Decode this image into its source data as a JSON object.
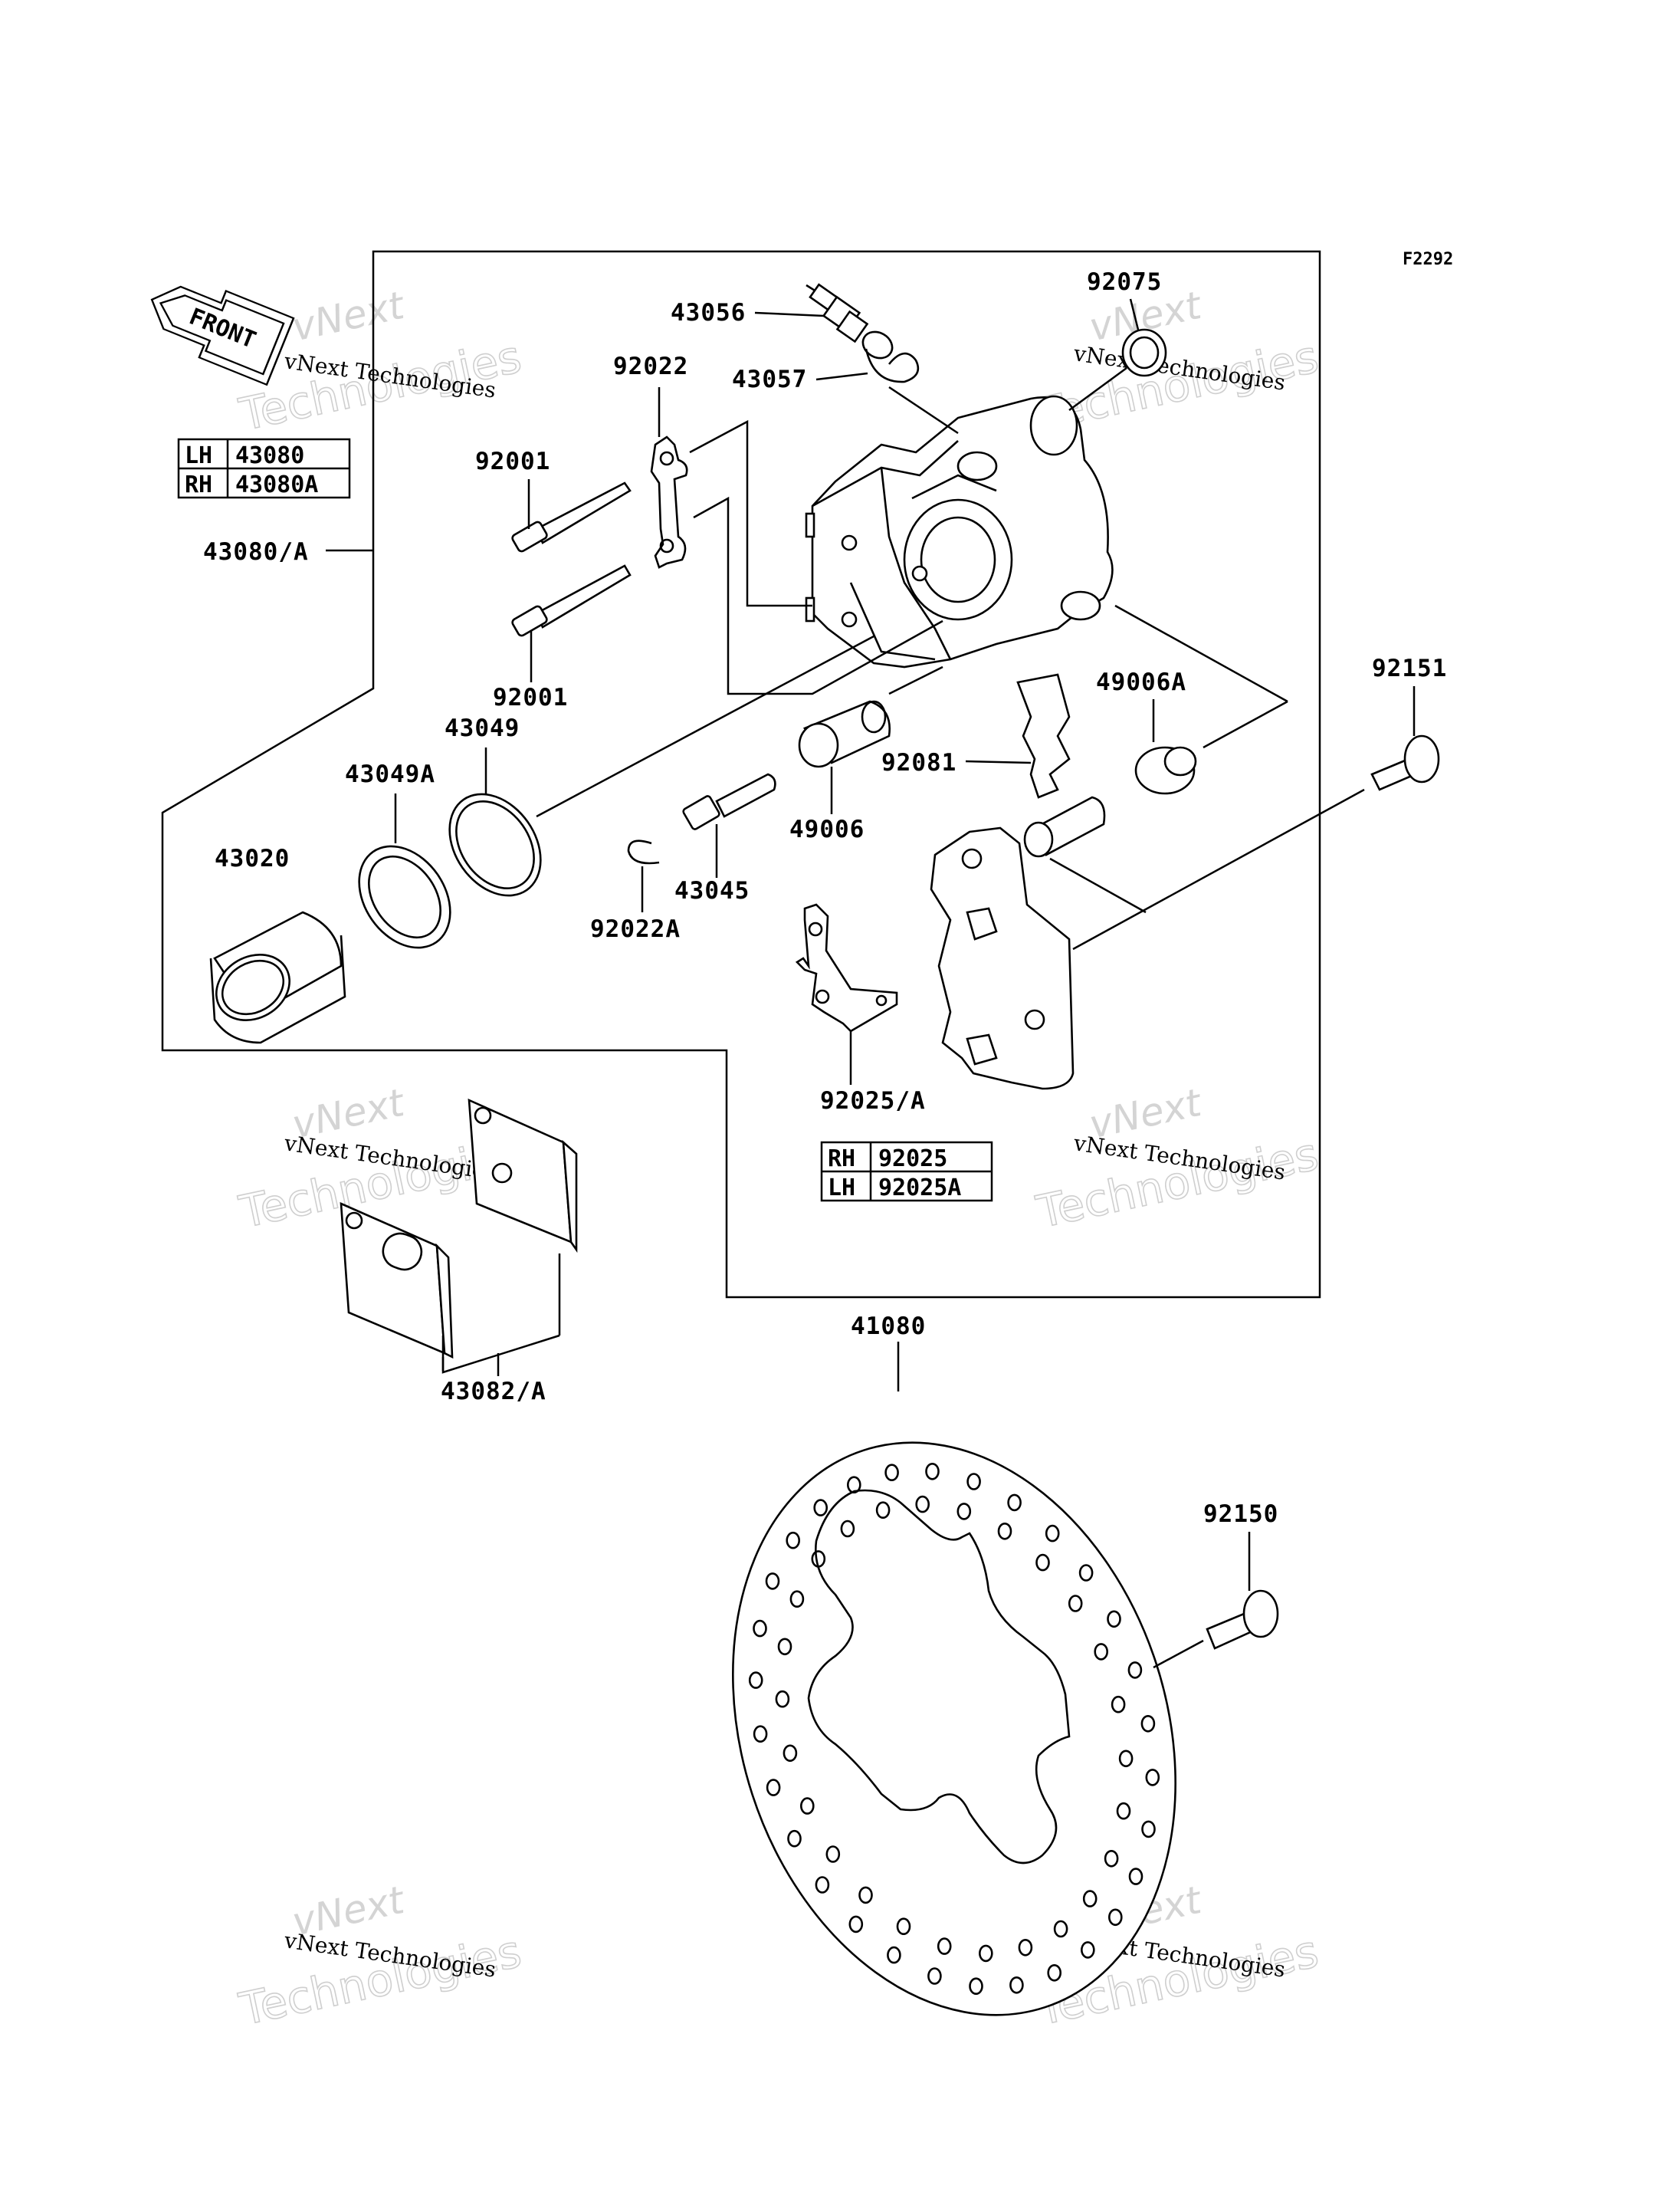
{
  "diagram": {
    "code": "F2292",
    "front_label": "FRONT",
    "part_numbers": {
      "p43056": "43056",
      "p92075": "92075",
      "p92022": "92022",
      "p43057": "43057",
      "p92001a": "92001",
      "p92001b": "92001",
      "p43080A": "43080/A",
      "p92151": "92151",
      "p49006A": "49006A",
      "p43049": "43049",
      "p43049A": "43049A",
      "p92081": "92081",
      "p43020": "43020",
      "p49006": "49006",
      "p43045": "43045",
      "p92022A": "92022A",
      "p92025A": "92025/A",
      "p43082A": "43082/A",
      "p41080": "41080",
      "p92150": "92150"
    },
    "caliper_table": [
      {
        "side": "LH",
        "part": "43080"
      },
      {
        "side": "RH",
        "part": "43080A"
      }
    ],
    "bracket_table": [
      {
        "side": "RH",
        "part": "92025"
      },
      {
        "side": "LH",
        "part": "92025A"
      }
    ],
    "watermark": {
      "brand_short": "vNext",
      "brand_line": "vNext Technologies",
      "brand_big": "Technologies"
    }
  }
}
